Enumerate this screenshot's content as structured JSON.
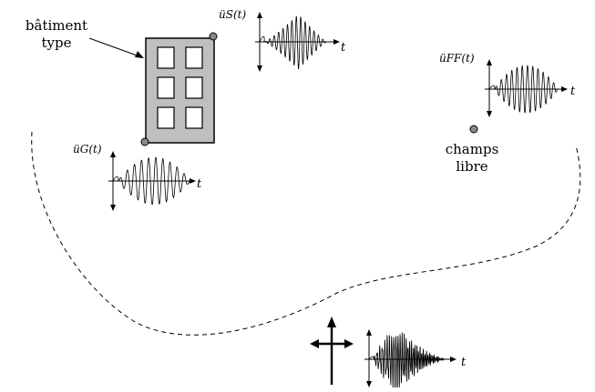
{
  "building": {
    "label_line1": "bâtiment",
    "label_line2": "type"
  },
  "free_field": {
    "label_line1": "champs",
    "label_line2": "libre"
  },
  "signals": {
    "structure": {
      "label": "üS(t)",
      "axis": "t"
    },
    "free_field": {
      "label": "üFF(t)",
      "axis": "t"
    },
    "ground": {
      "label": "üG(t)",
      "axis": "t"
    },
    "source": {
      "axis": "t"
    }
  },
  "colors": {
    "building_fill": "#bfbfbf",
    "window_fill": "#ffffff",
    "point_fill": "#8a8a8a",
    "line": "#000000"
  }
}
